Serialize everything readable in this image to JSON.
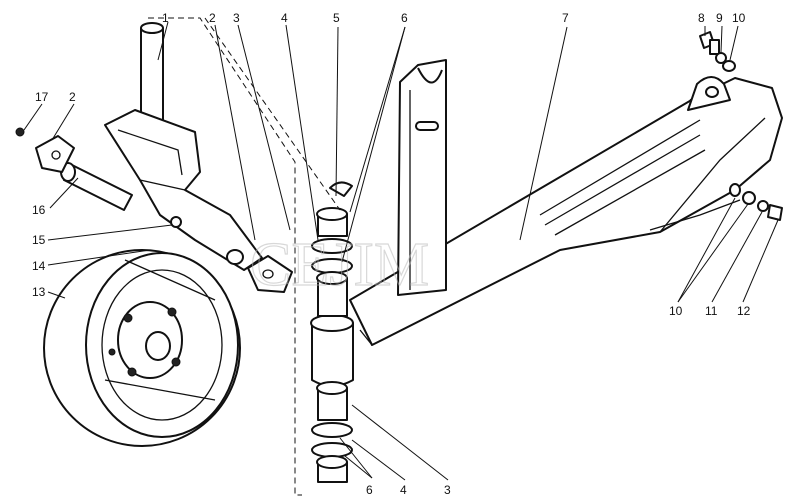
{
  "watermark": "CEJIM",
  "callouts": {
    "c1": "1",
    "c2a": "2",
    "c3a": "3",
    "c4a": "4",
    "c5": "5",
    "c6a": "6",
    "c7": "7",
    "c8": "8",
    "c9": "9",
    "c10a": "10",
    "c17": "17",
    "c2b": "2",
    "c16": "16",
    "c15": "15",
    "c14": "14",
    "c13": "13",
    "c10b": "10",
    "c11": "11",
    "c12": "12",
    "c6b": "6",
    "c4b": "4",
    "c3b": "3"
  }
}
